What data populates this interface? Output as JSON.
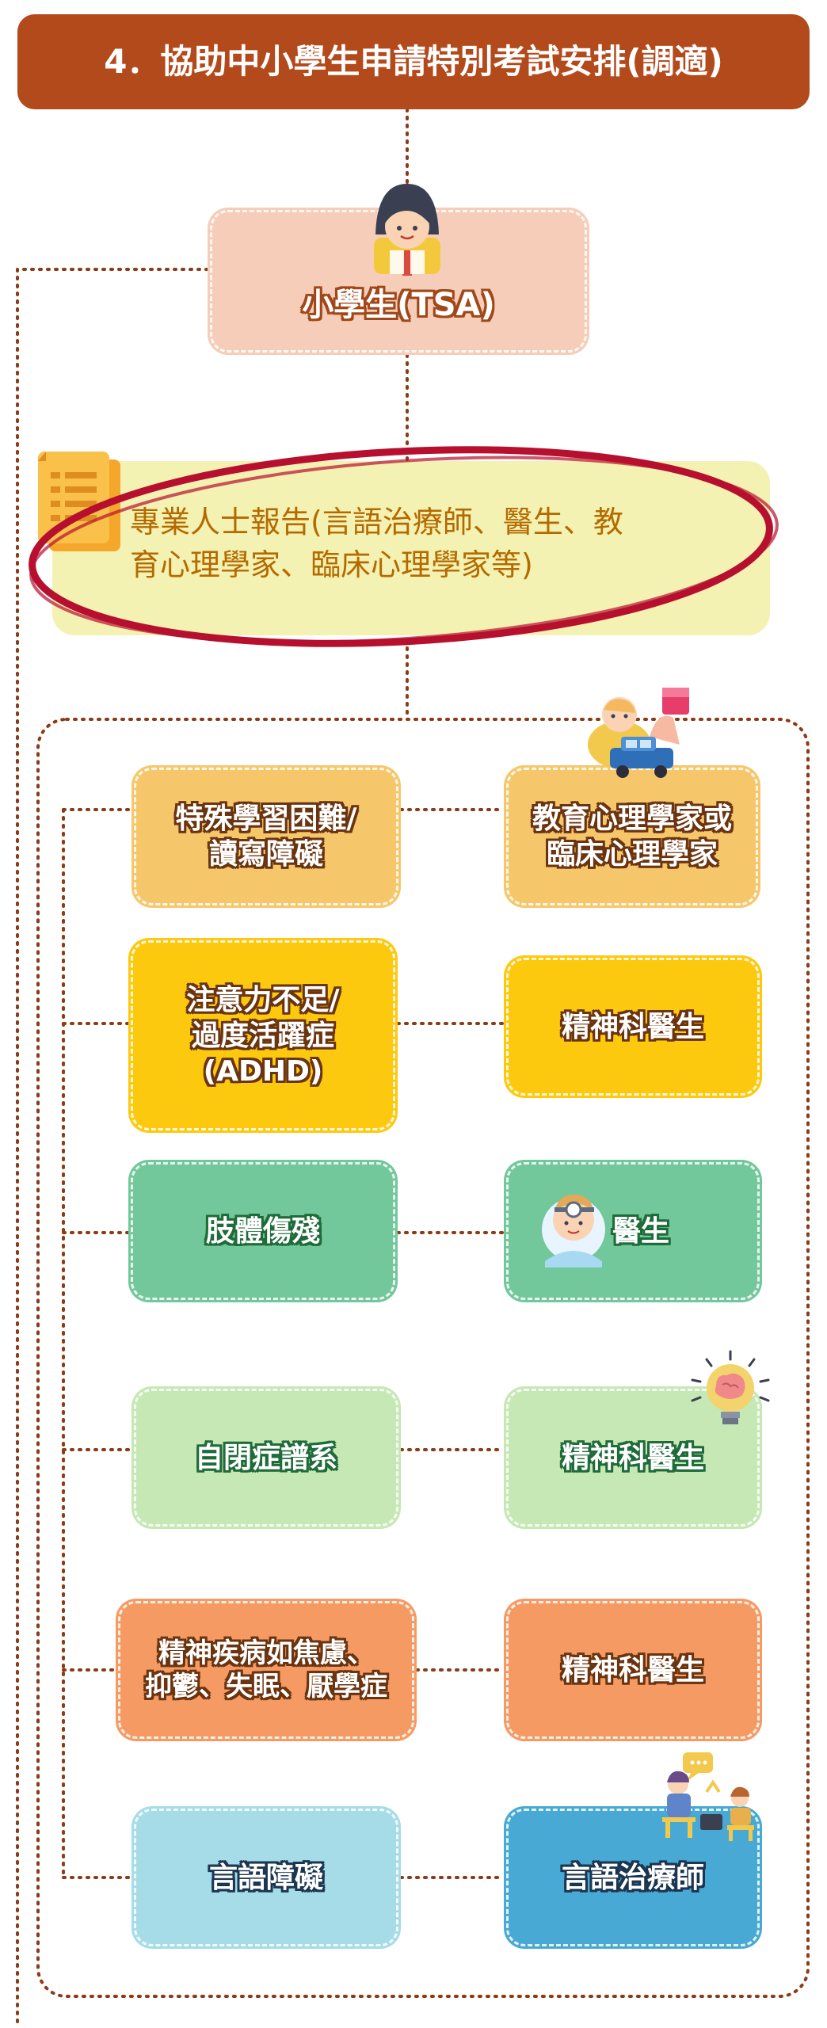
{
  "title": "4．協助中小學生申請特別考試安排(調適)",
  "student": "小學生(TSA)",
  "report": "專業人士報告(言語治療師、醫生、教育心理學家、臨床心理學家等)",
  "report_line1": "專業人士報告(言語治療師、醫生、教",
  "report_line2": "育心理學家、臨床心理學家等)",
  "rows": [
    {
      "need_lines": [
        "特殊學習困難/",
        "讀寫障礙"
      ],
      "expert_lines": [
        "教育心理學家或",
        "臨床心理學家"
      ],
      "fill": "#f6c76a"
    },
    {
      "need_lines": [
        "注意力不足/",
        "過度活躍症",
        "(ADHD)"
      ],
      "expert_lines": [
        "精神科醫生"
      ],
      "fill": "#fdc90f"
    },
    {
      "need_lines": [
        "肢體傷殘"
      ],
      "expert_lines": [
        "醫生"
      ],
      "fill": "#72c79b"
    },
    {
      "need_lines": [
        "自閉症譜系"
      ],
      "expert_lines": [
        "精神科醫生"
      ],
      "fill": "#c6e8b5"
    },
    {
      "need_lines": [
        "精神疾病如焦慮、",
        "抑鬱、失眠、厭學症"
      ],
      "expert_lines": [
        "精神科醫生"
      ],
      "fill": "#f69a63"
    },
    {
      "need_lines": [
        "言語障礙"
      ],
      "expert_lines": [
        "言語治療師"
      ],
      "need_fill": "#a6dce8",
      "expert_fill": "#47a9d4"
    }
  ],
  "colors": {
    "title_bg": "#b34a1c",
    "student_bg": "#f6cdb9",
    "report_bg": "#f4f2b2",
    "ellipse": "#b7102f",
    "dots": "#8a3b17"
  }
}
